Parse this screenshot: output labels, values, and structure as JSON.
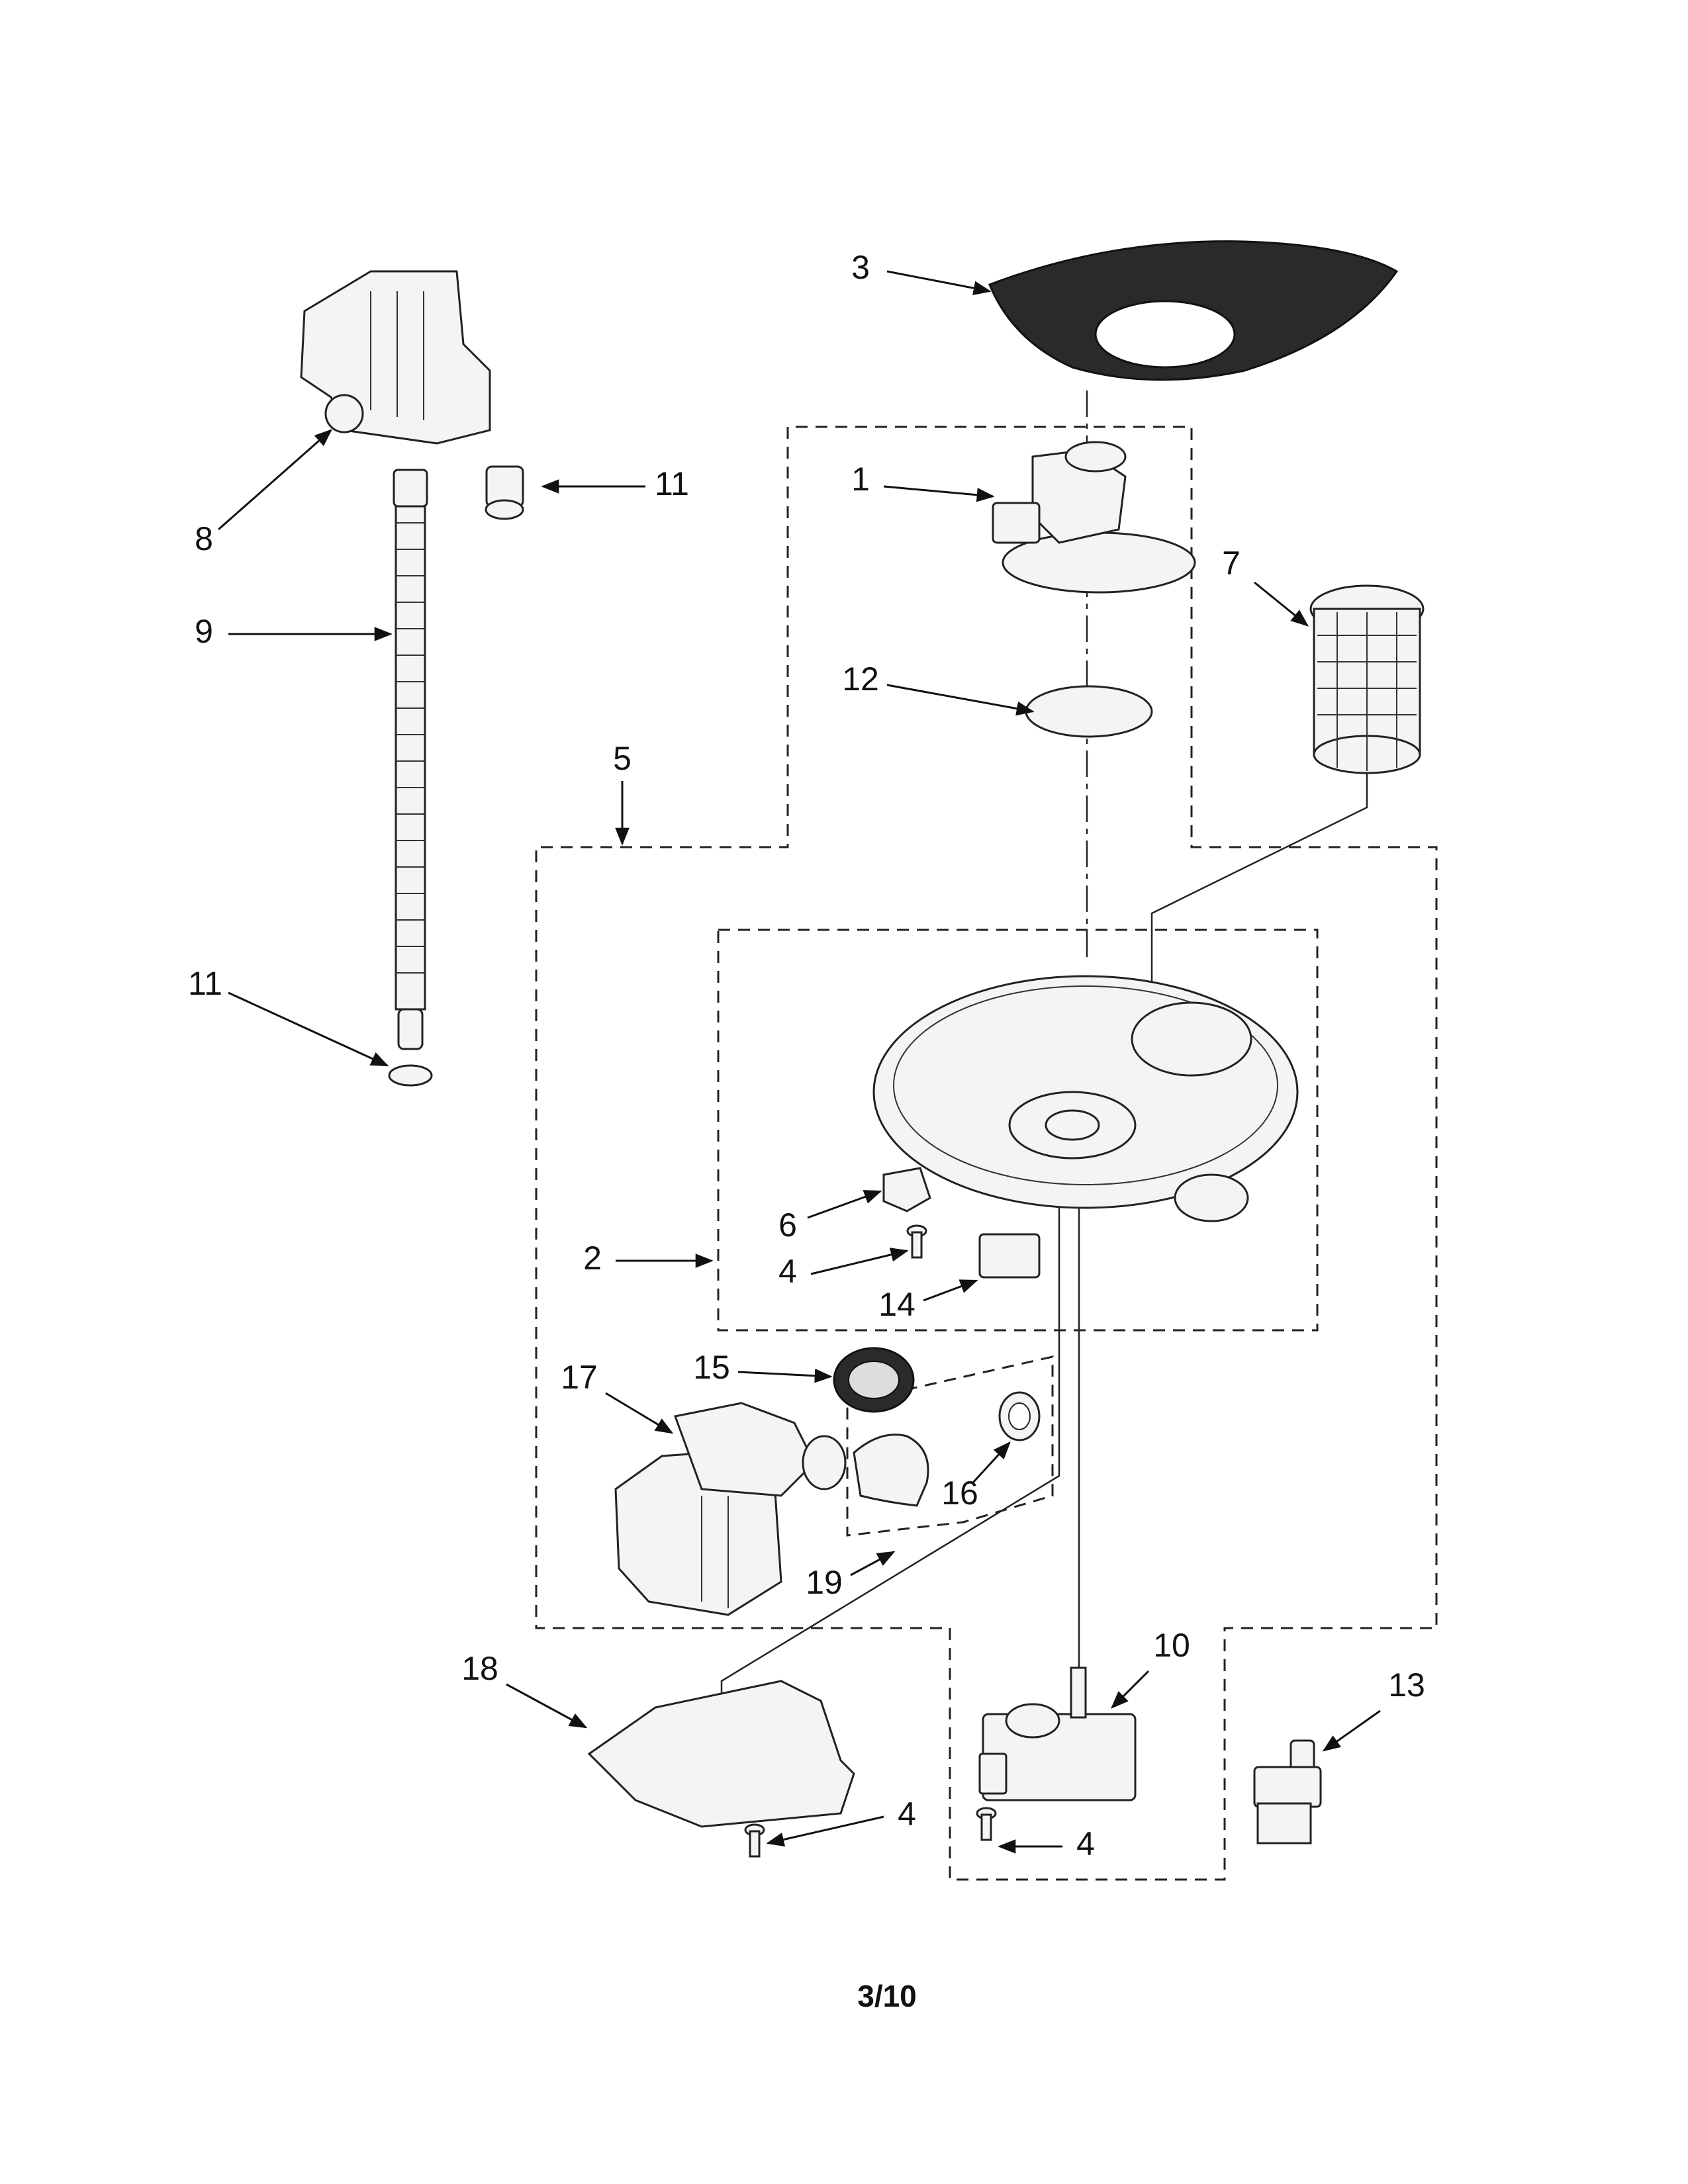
{
  "callouts": [
    "1",
    "2",
    "3",
    "4",
    "4",
    "4",
    "4",
    "5",
    "6",
    "7",
    "8",
    "9",
    "10",
    "11",
    "11",
    "12",
    "13",
    "14",
    "15",
    "16",
    "17",
    "18",
    "19"
  ],
  "page_number": "3/10"
}
